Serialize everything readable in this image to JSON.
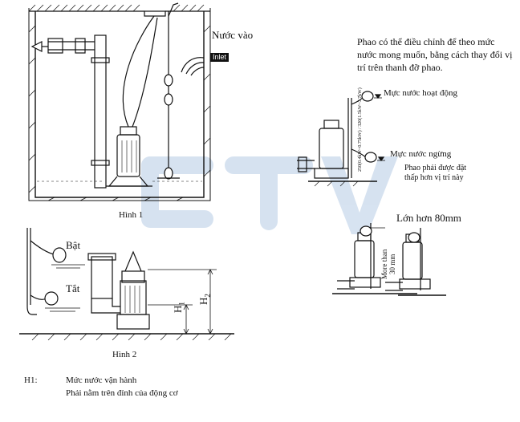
{
  "figure1": {
    "caption": "Hình 1",
    "inlet_label": "Nước vào",
    "inlet_tag": "Inlet"
  },
  "figure2": {
    "caption": "Hình 2",
    "on_label": "Bật",
    "off_label": "Tắt",
    "h1_label": "H",
    "h1_sub": "1",
    "h2_label": "H",
    "h2_sub": "2"
  },
  "right_panel": {
    "description": "Phao có thể điều chỉnh để theo mức nước mong muốn, bằng cách thay đổi vị trí trên thanh đỡ phao.",
    "start_level": "Mực nước hoạt động",
    "stop_level": "Mực nước ngừng",
    "float_note_line1": "Phao phải được đặt",
    "float_note_line2": "thấp hơn vị trí này",
    "rating_text": "250(0.4kW~0.75kW) / 320(1.5kW~3.7kW)",
    "larger_than": "Lớn hơn 80mm",
    "more_than": "More than",
    "more_than_value": "30 mm"
  },
  "footer": {
    "term": "H1:",
    "line1": "Mức nước vận hành",
    "line2": "Phải nằm trên đỉnh của động cơ"
  },
  "watermark": {
    "text": "CTV",
    "color": "#b9cde6"
  }
}
